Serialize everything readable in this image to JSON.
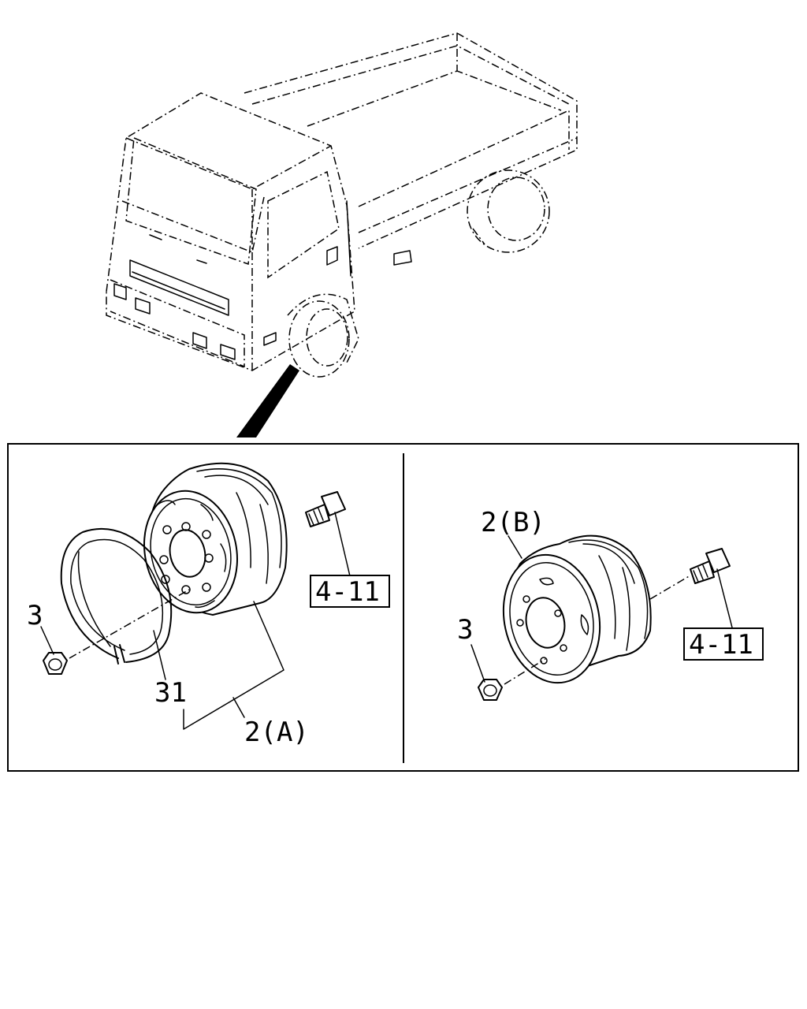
{
  "labels": {
    "left_nut": "3",
    "left_ring": "31",
    "left_wheel": "2(A)",
    "left_ref": "4-11",
    "right_wheel": "2(B)",
    "right_nut": "3",
    "right_ref": "4-11"
  }
}
